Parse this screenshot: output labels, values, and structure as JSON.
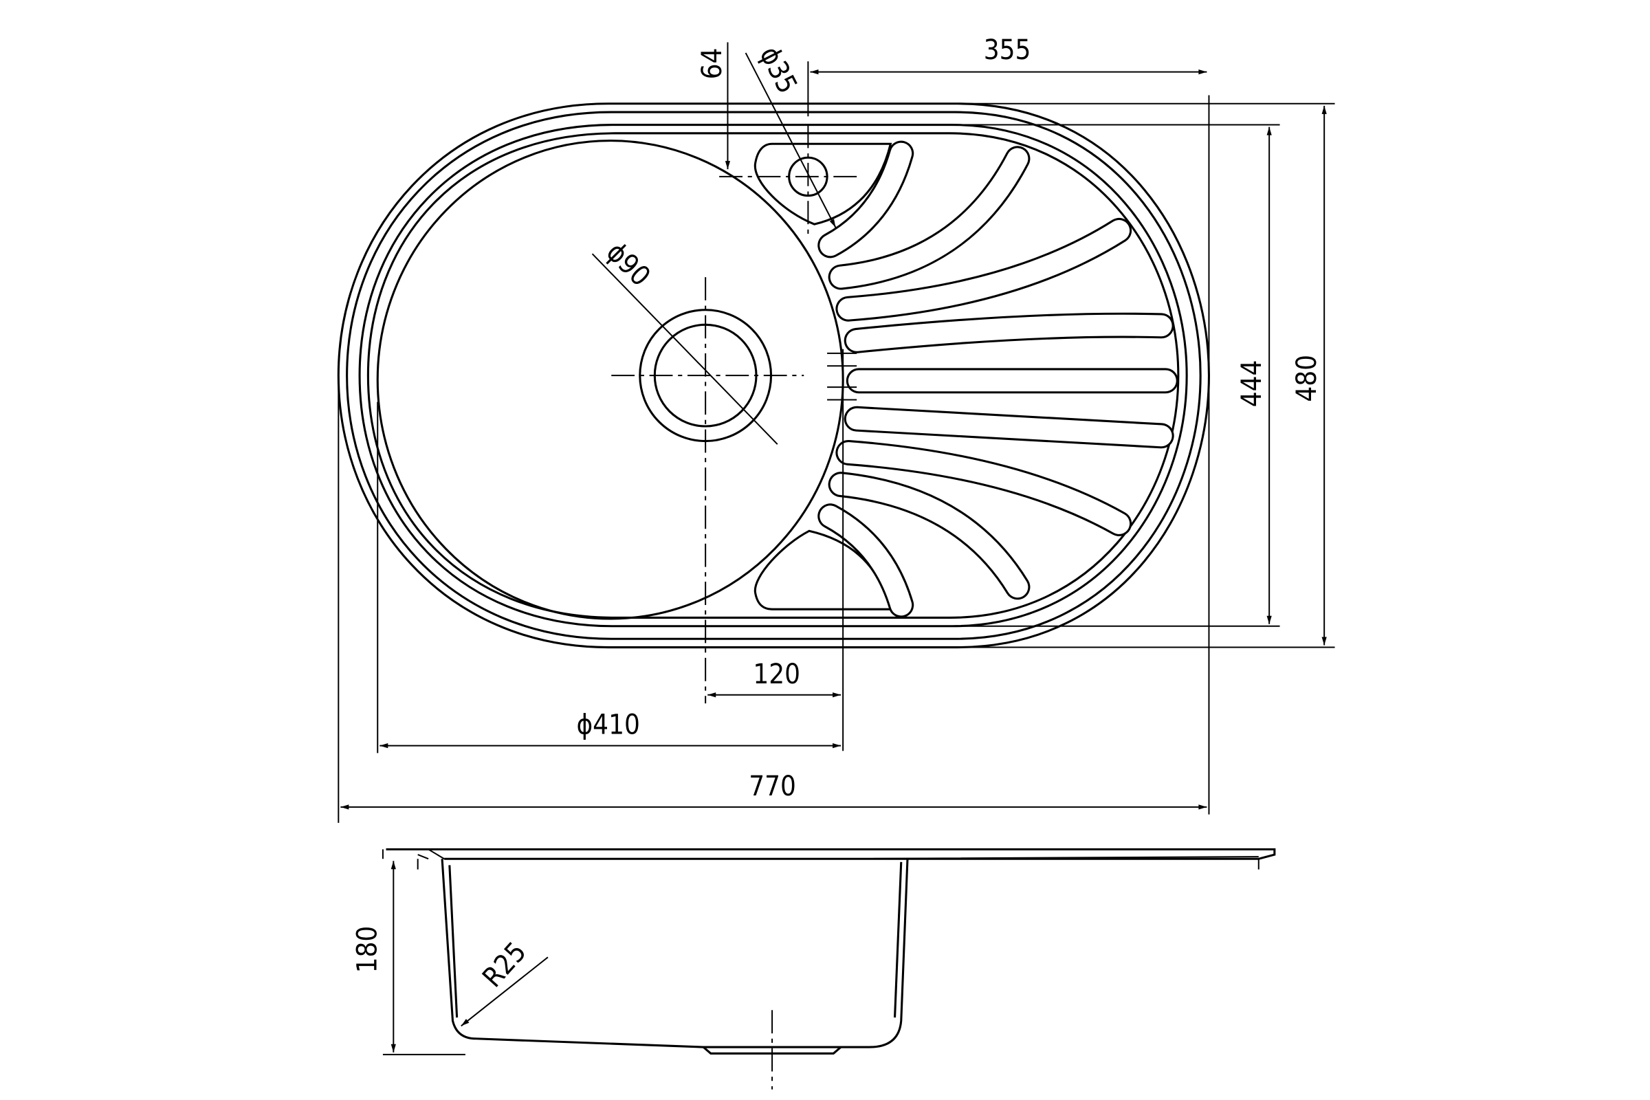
{
  "drawing": {
    "title": "Sink technical drawing",
    "dimensions": {
      "tap_offset": "64",
      "tap_hole": "ϕ35",
      "drainer_width": "355",
      "drain_hole": "ϕ90",
      "inner_depth": "444",
      "overall_depth": "480",
      "drain_offset": "120",
      "bowl_diameter": "ϕ410",
      "overall_width": "770",
      "bowl_height": "180",
      "corner_radius": "R25"
    },
    "colors": {
      "line": "#000000",
      "background": "#ffffff"
    }
  }
}
